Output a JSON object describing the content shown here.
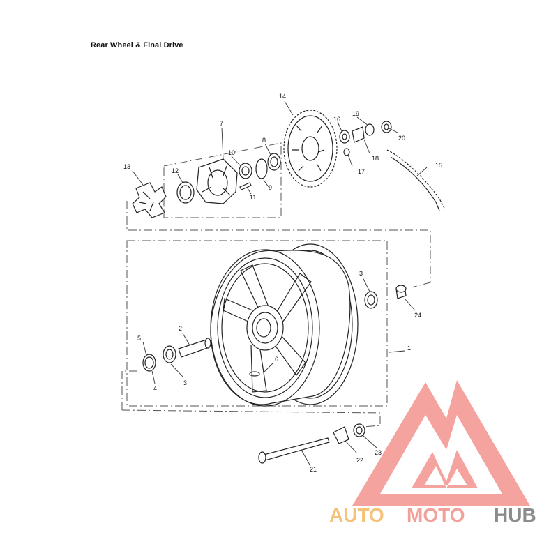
{
  "title": "Rear Wheel & Final Drive",
  "callouts": [
    "1",
    "2",
    "3",
    "3",
    "4",
    "5",
    "6",
    "7",
    "8",
    "9",
    "10",
    "11",
    "12",
    "13",
    "14",
    "15",
    "16",
    "17",
    "18",
    "19",
    "20",
    "21",
    "22",
    "23",
    "24"
  ],
  "watermark": {
    "part1": "AUTO",
    "part2": "MOTO",
    "part3": "HUB",
    "color1": "#f5c27a",
    "color2": "#f4a09a",
    "color3": "#8c8c8c"
  }
}
